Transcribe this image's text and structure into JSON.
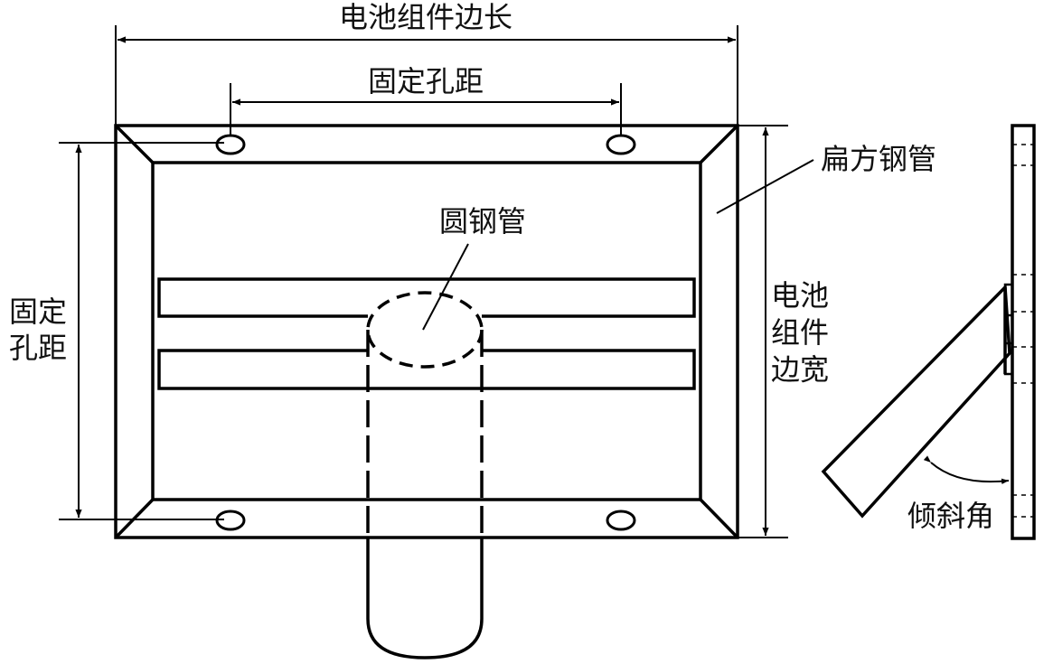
{
  "labels": {
    "module_length": "电池组件边长",
    "hole_spacing_horizontal": "固定孔距",
    "flat_square_tube": "扁方钢管",
    "round_tube": "圆钢管",
    "hole_spacing_vertical_line1": "固定",
    "hole_spacing_vertical_line2": "孔距",
    "module_width_line1": "电池",
    "module_width_line2": "组件",
    "module_width_line3": "边宽",
    "tilt_angle": "倾斜角"
  },
  "colors": {
    "stroke": "#000000",
    "background": "#ffffff",
    "text": "#111111"
  }
}
